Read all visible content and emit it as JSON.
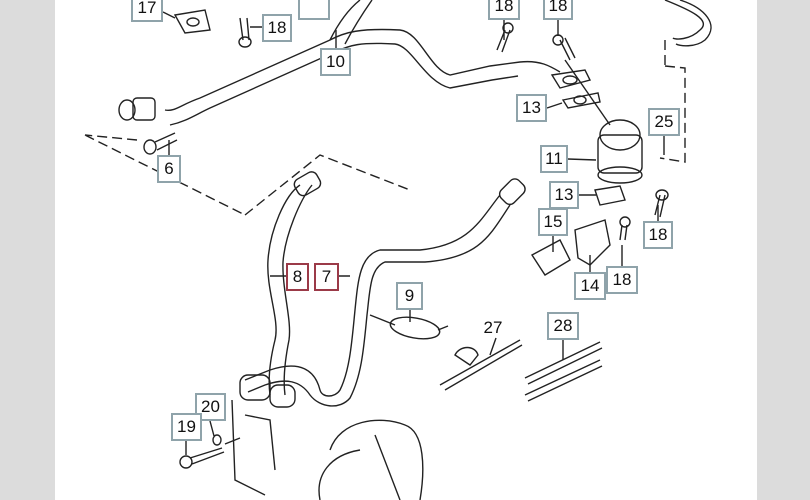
{
  "diagram": {
    "callouts": [
      {
        "id": "c17",
        "text": "17"
      },
      {
        "id": "c18a",
        "text": "18"
      },
      {
        "id": "c10",
        "text": "10"
      },
      {
        "id": "c6",
        "text": "6"
      },
      {
        "id": "c18b",
        "text": "18"
      },
      {
        "id": "c18c",
        "text": "18"
      },
      {
        "id": "c13a",
        "text": "13"
      },
      {
        "id": "c25",
        "text": "25"
      },
      {
        "id": "c11",
        "text": "11"
      },
      {
        "id": "c13b",
        "text": "13"
      },
      {
        "id": "c15",
        "text": "15"
      },
      {
        "id": "c18d",
        "text": "18"
      },
      {
        "id": "c14",
        "text": "14"
      },
      {
        "id": "c18e",
        "text": "18"
      },
      {
        "id": "c8",
        "text": "8"
      },
      {
        "id": "c7",
        "text": "7"
      },
      {
        "id": "c9",
        "text": "9"
      },
      {
        "id": "c27",
        "text": "27"
      },
      {
        "id": "c28",
        "text": "28"
      },
      {
        "id": "c20",
        "text": "20"
      },
      {
        "id": "c19",
        "text": "19"
      }
    ],
    "colors": {
      "callout_border": "#8fa3aa",
      "highlight_border": "#9b3a48",
      "background": "#dcdcdc"
    }
  }
}
